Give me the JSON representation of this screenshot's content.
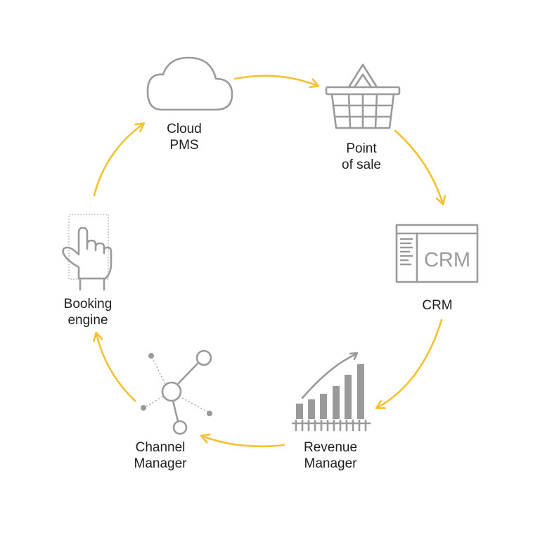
{
  "colors": {
    "arrow": "#f2c230",
    "icon": "#9a9a9a",
    "text": "#1f1f1f"
  },
  "nodes": {
    "cloud_pms": {
      "icon": "cloud-icon",
      "label_line1": "Cloud",
      "label_line2": "PMS"
    },
    "point_of_sale": {
      "icon": "shopping-basket-icon",
      "label_line1": "Point",
      "label_line2": "of sale"
    },
    "crm": {
      "icon": "crm-window-icon",
      "icon_text": "CRM",
      "label": "CRM"
    },
    "revenue_manager": {
      "icon": "bar-chart-trend-icon",
      "label_line1": "Revenue",
      "label_line2": "Manager"
    },
    "channel_manager": {
      "icon": "network-nodes-icon",
      "label_line1": "Channel",
      "label_line2": "Manager"
    },
    "booking_engine": {
      "icon": "hand-pointer-icon",
      "label_line1": "Booking",
      "label_line2": "engine"
    }
  }
}
